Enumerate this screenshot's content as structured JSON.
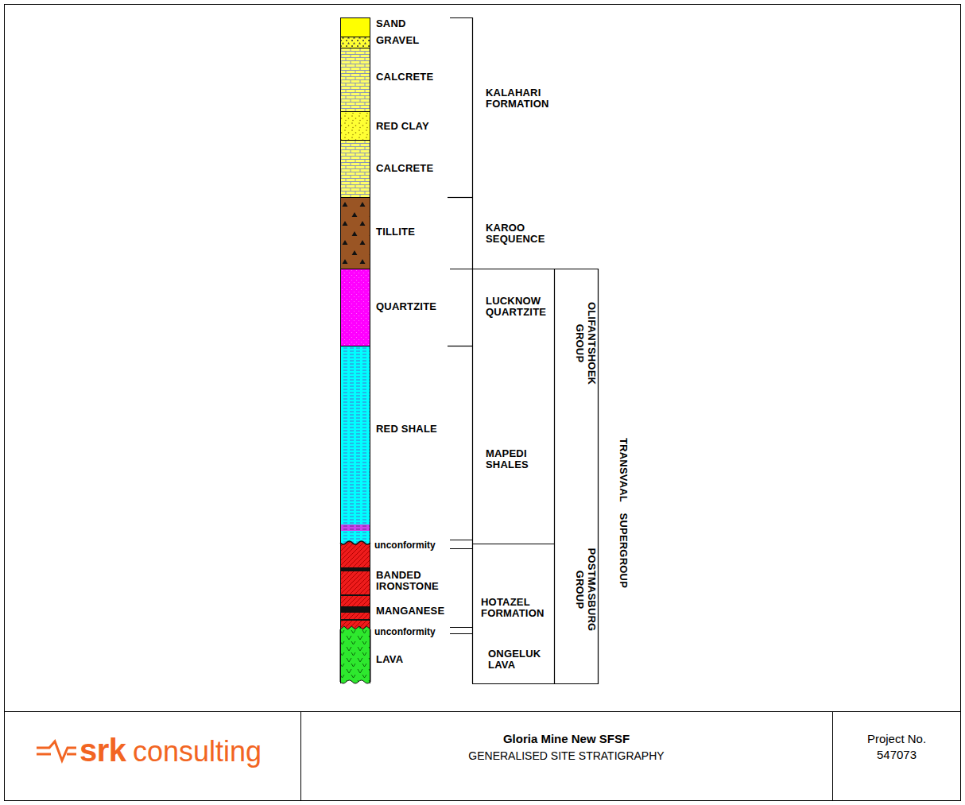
{
  "diagram": {
    "title": "Gloria Mine New SFSF",
    "nodes": [
      {
        "text": [
          "SAND"
        ]
      },
      {
        "text": [
          "GRAVEL"
        ]
      },
      {
        "text": [
          "CALCRETE"
        ]
      },
      {
        "text": [
          "RED CLAY"
        ]
      },
      {
        "text": [
          "CALCRETE"
        ]
      },
      {
        "text": [
          "TILLITE"
        ]
      },
      {
        "text": [
          "QUARTZITE"
        ]
      },
      {
        "text": [
          "RED SHALE"
        ]
      },
      {
        "text": [
          "BANDED IRONSTONE",
          "MANGANESE"
        ]
      },
      {
        "text": [
          "LAVA"
        ]
      },
      {
        "text": [
          "TRANSVAAL SUPERGROUP"
        ]
      },
      {
        "text": [
          "OLIFANTSHOEK GROUP"
        ],
        "in": 10
      },
      {
        "text": [
          "POSTMASBURG GROUP"
        ],
        "in": 10
      }
    ],
    "labels": [
      "KALAHARI FORMATION",
      "KAROO SEQUENCE",
      "LUCKNOW QUARTZITE",
      "MAPEDI SHALES",
      "HOTAZEL FORMATION",
      "ONGELUK LAVA",
      "unconformity",
      "unconformity",
      "srk",
      "consulting",
      "GENERALISED SITE STRATIGRAPHY",
      "Project No. 547073"
    ]
  }
}
